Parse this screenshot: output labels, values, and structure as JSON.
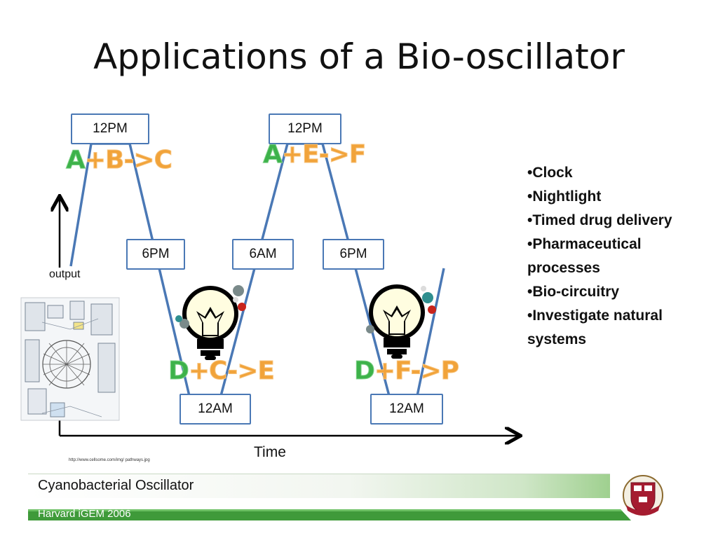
{
  "slide": {
    "title": "Applications of a Bio-oscillator"
  },
  "time_labels": {
    "peak1": "12PM",
    "peak2": "12PM",
    "mid1": "6PM",
    "mid2": "6AM",
    "mid3": "6PM",
    "trough1": "12AM",
    "trough2": "12AM"
  },
  "reactions": {
    "r1": {
      "a": "A",
      "b": "+B->C"
    },
    "r2": {
      "a": "A",
      "b": "+E->F"
    },
    "r3": {
      "a": "D",
      "b": "+C->E"
    },
    "r4": {
      "a": "D",
      "b": "+F->P"
    }
  },
  "axes": {
    "y_label": "output",
    "x_label": "Time"
  },
  "image_credit": "http://www.cellsome.com/img/ pathways.jpg",
  "applications": [
    "•Clock",
    "•Nightlight",
    "•Timed drug delivery",
    "•Pharmaceutical processes",
    "•Bio-circuitry",
    "•Investigate natural systems"
  ],
  "footer": {
    "course": "Cyanobacterial Oscillator",
    "team": "Harvard iGEM 2006"
  },
  "colors": {
    "wave": "#4a78b5",
    "reaction_orange": "#f1a33a",
    "reaction_green": "#3db24a",
    "footer_green": "#3f9a3a",
    "crest_red": "#a51c30"
  },
  "icons": [
    "lightbulb-icon",
    "molecule-icon",
    "pathway-map-image",
    "harvard-crest-logo"
  ]
}
